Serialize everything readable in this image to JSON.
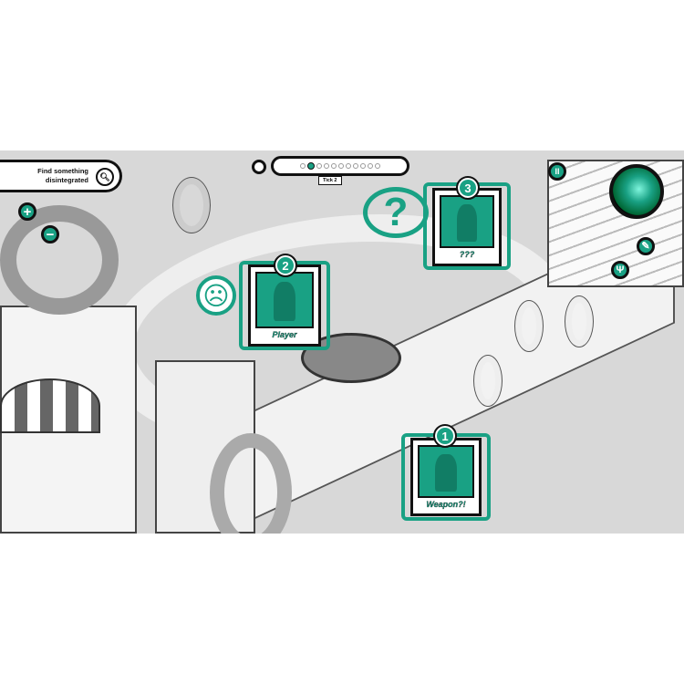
{
  "objective": {
    "text_line1": "Find something",
    "text_line2": "disintegrated",
    "icon": "footprint-magnifier-icon"
  },
  "zoom": {
    "in_label": "+",
    "out_label": "−"
  },
  "timeline": {
    "total_ticks": 11,
    "current_index": 1,
    "tick_label": "Tick 2"
  },
  "pause_label": "II",
  "tools": {
    "pen_label": "✎",
    "fork_label": "Ψ"
  },
  "cards": [
    {
      "number": "2",
      "label": "Player",
      "annotation": "angry-face-icon"
    },
    {
      "number": "3",
      "label": "???",
      "annotation": "question-mark-icon"
    },
    {
      "number": "1",
      "label": "Weapon?!"
    }
  ],
  "annotations": {
    "question": "?",
    "angry": "☹"
  },
  "colors": {
    "accent": "#19a184",
    "outline": "#111111"
  }
}
